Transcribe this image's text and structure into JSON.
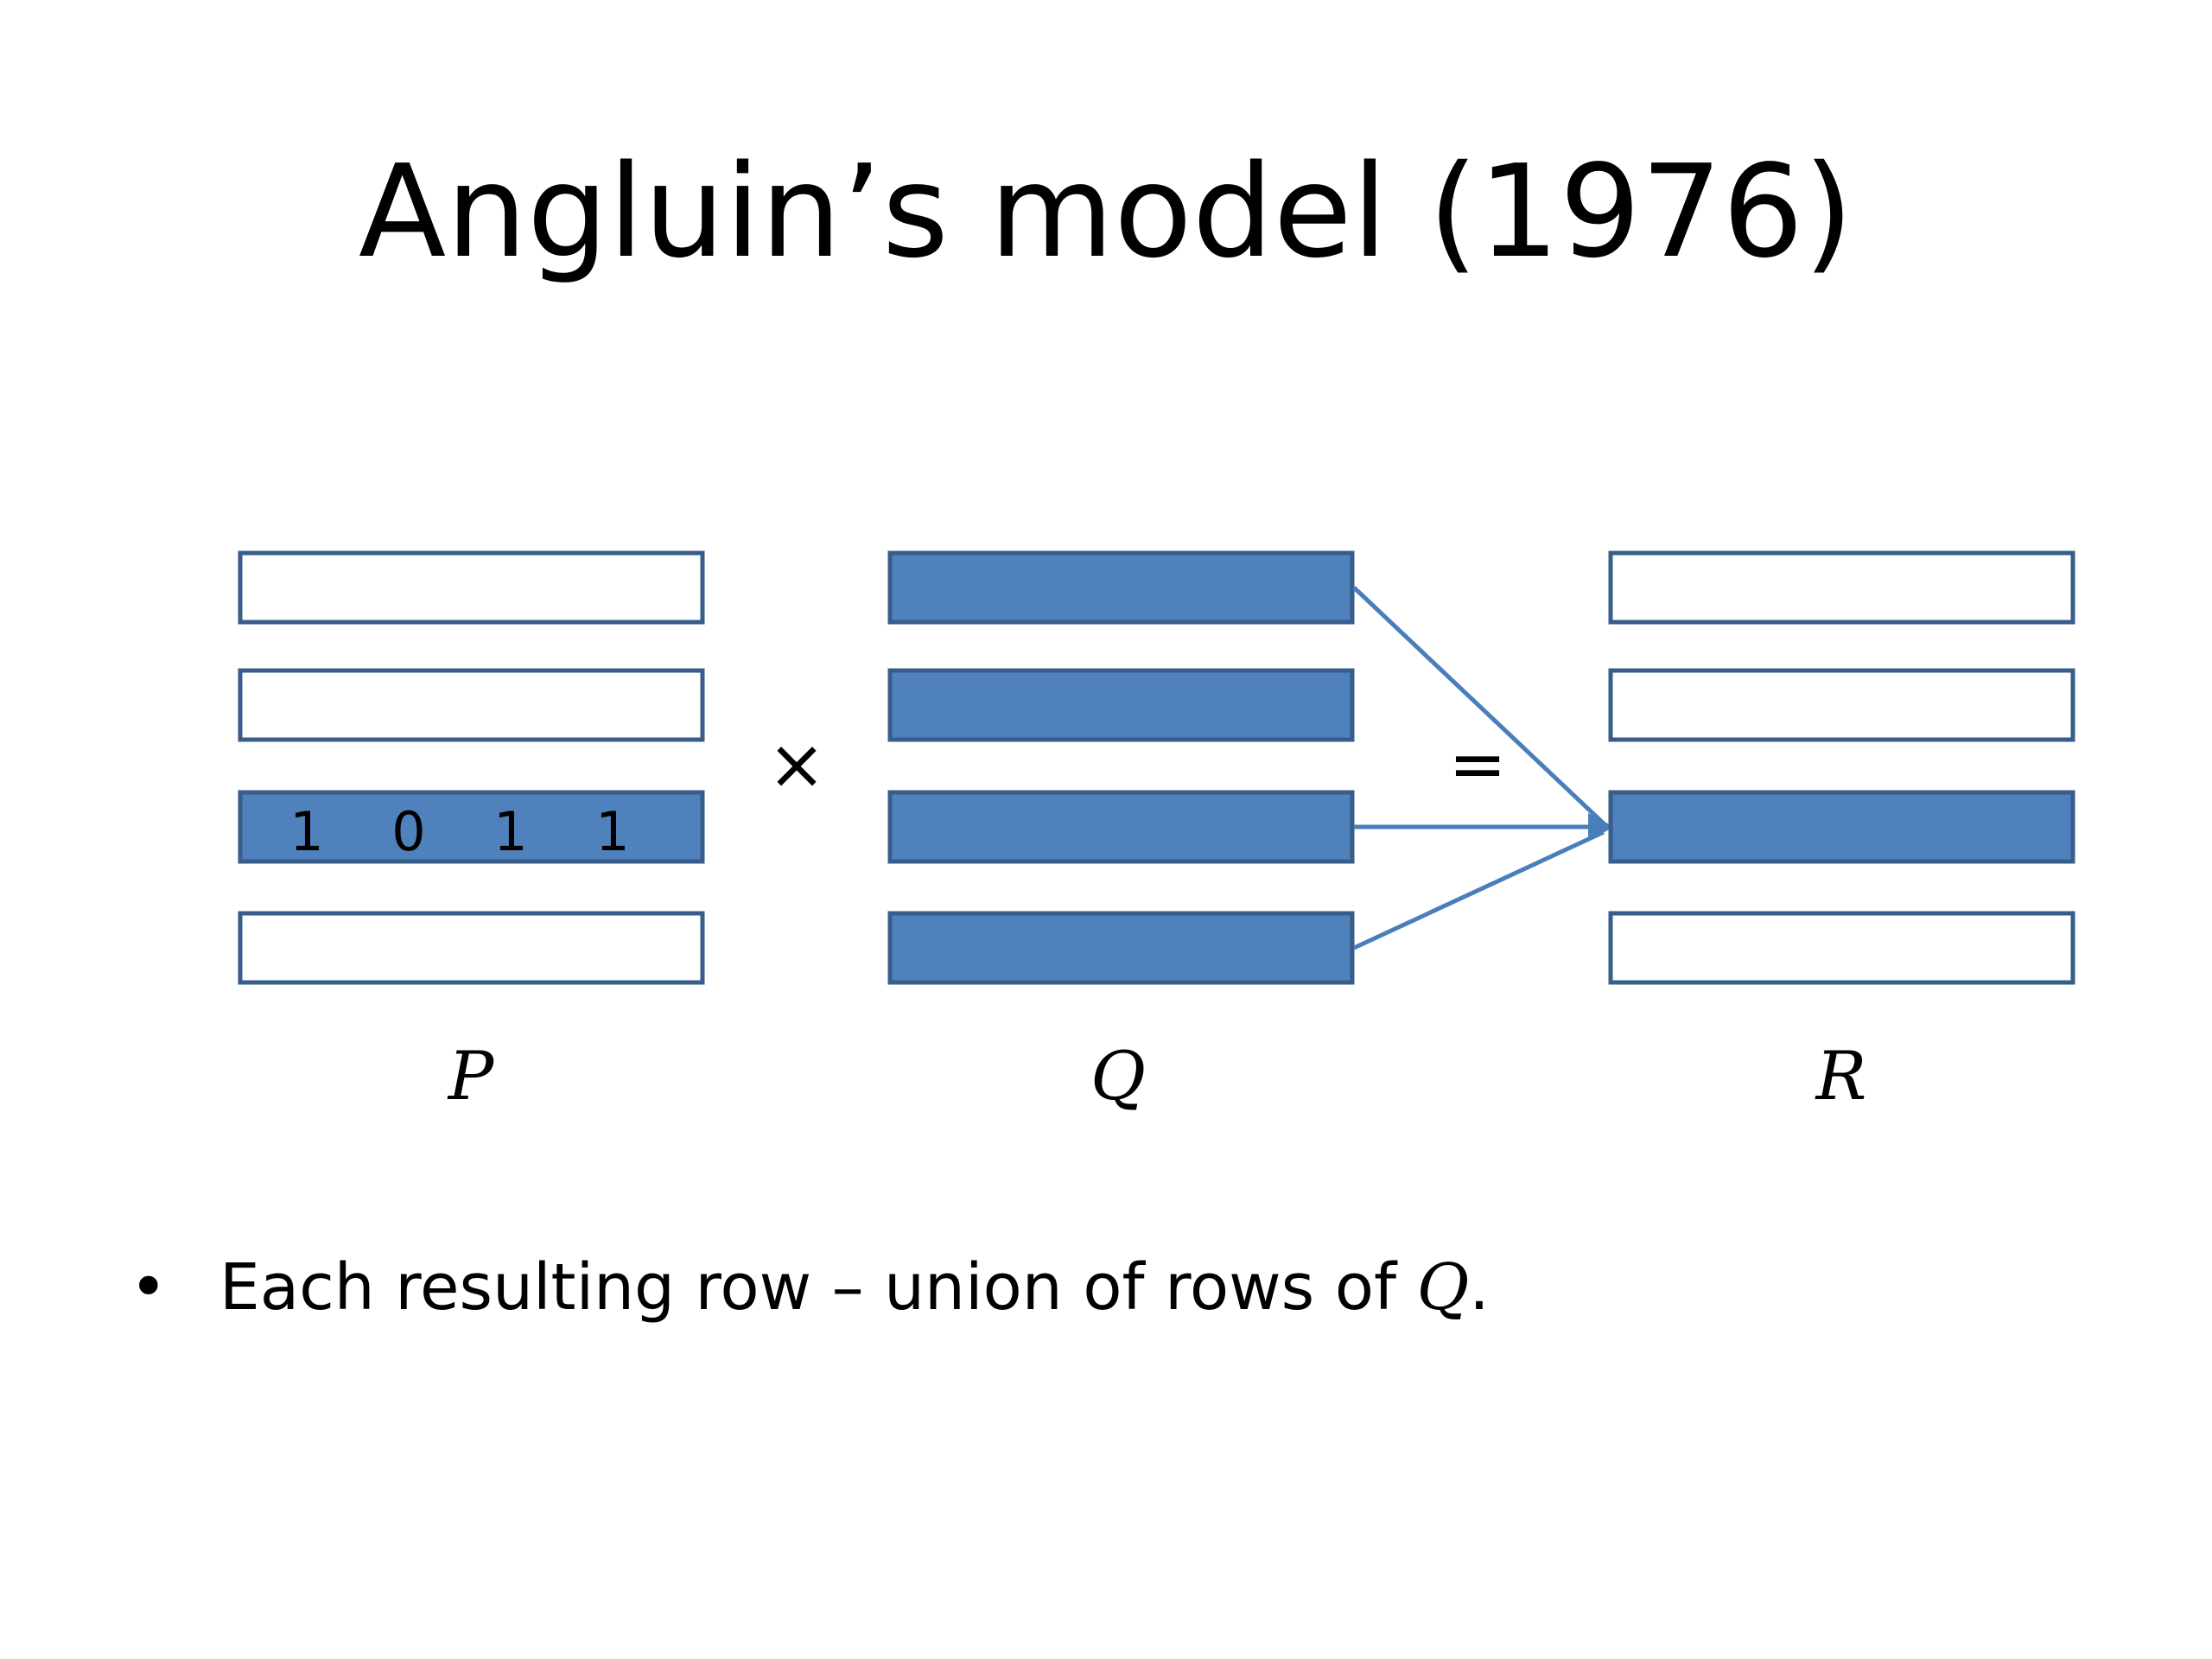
{
  "slide": {
    "title": "Angluin’s model (1976)"
  },
  "diagram": {
    "colors": {
      "filled": "#4f81bd",
      "stroke": "#385d8a",
      "empty": "#ffffff"
    },
    "matrices": [
      {
        "label": "P",
        "rows_filled": [
          false,
          false,
          true,
          false
        ]
      },
      {
        "label": "Q",
        "rows_filled": [
          true,
          true,
          true,
          true
        ]
      },
      {
        "label": "R",
        "rows_filled": [
          false,
          false,
          true,
          false
        ]
      }
    ],
    "p_row_values": [
      "1",
      "0",
      "1",
      "1"
    ],
    "times_sign": "×",
    "equals_sign": "=",
    "arrows_from_q_rows": [
      1,
      3,
      4
    ],
    "arrow_target_r_row": 3
  },
  "bullets": [
    {
      "marker": "•",
      "text": "Each resulting row – union of rows of ",
      "var": "Q",
      "end": "."
    }
  ]
}
